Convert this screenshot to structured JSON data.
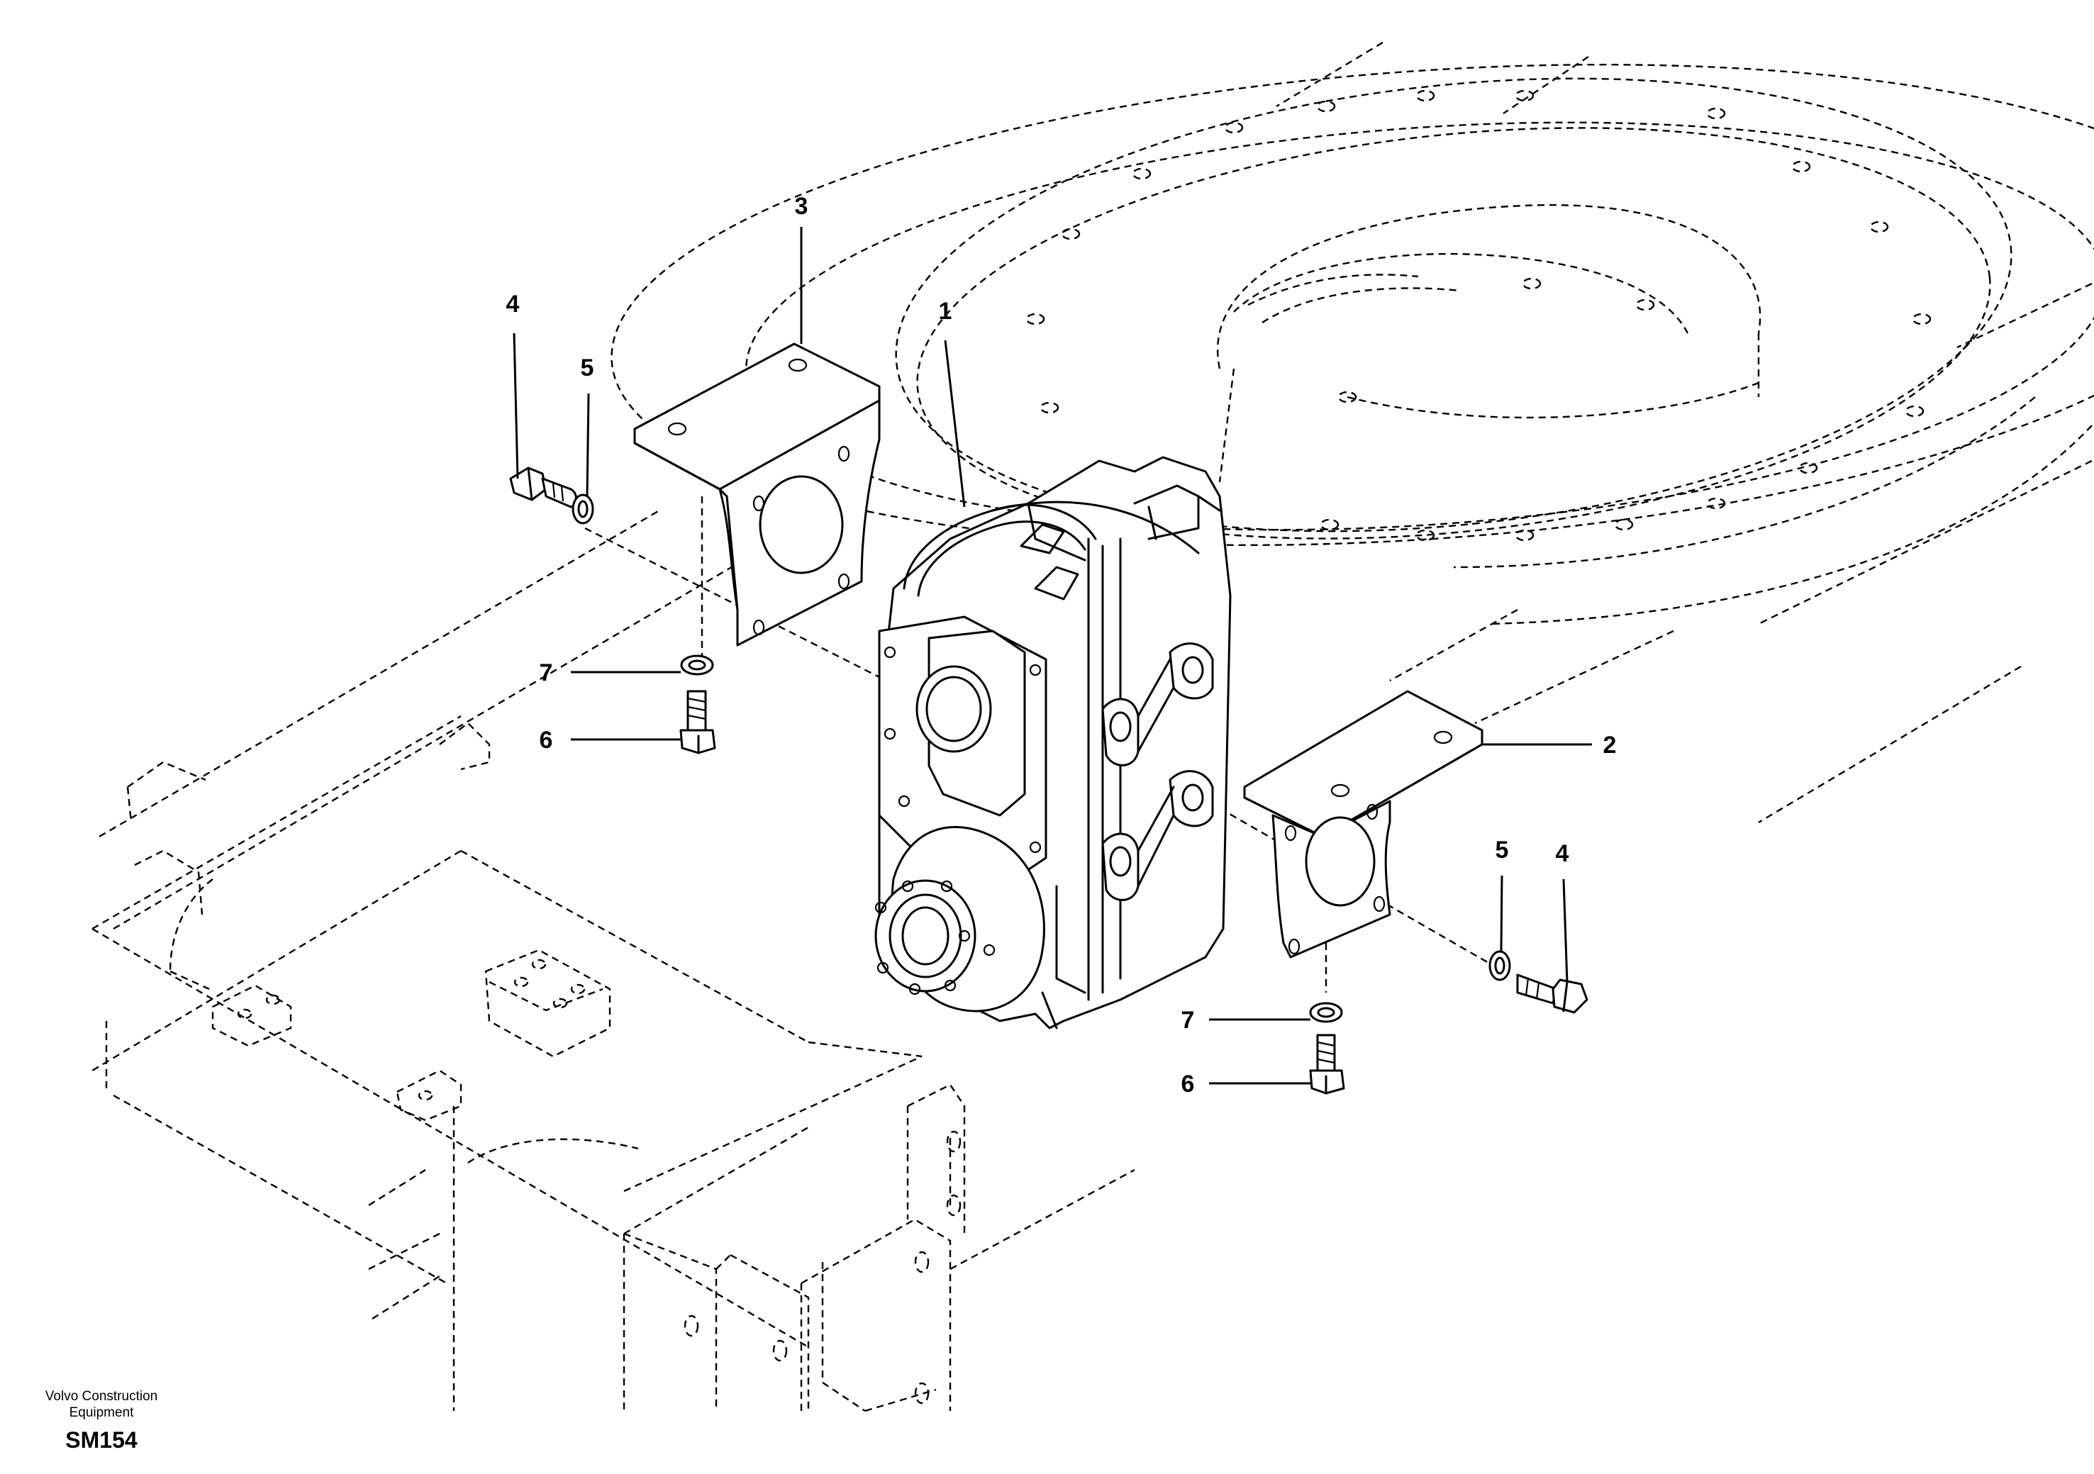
{
  "diagram": {
    "callouts": {
      "c1": "1",
      "c2": "2",
      "c3": "3",
      "c4_left": "4",
      "c4_right": "4",
      "c5_left": "5",
      "c5_right": "5",
      "c6_left": "6",
      "c6_right": "6",
      "c7_left": "7",
      "c7_right": "7"
    }
  },
  "footer": {
    "company_line1": "Volvo Construction",
    "company_line2": "Equipment",
    "drawing_code": "SM154"
  }
}
